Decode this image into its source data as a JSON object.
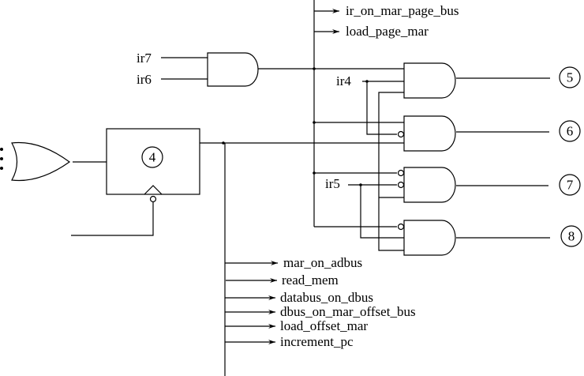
{
  "diagram": {
    "type": "logic-circuit",
    "top_outputs": [
      "ir_on_mar_page_bus",
      "load_page_mar"
    ],
    "and_gate_inputs": [
      "ir7",
      "ir6"
    ],
    "decoder_inputs": [
      "ir4",
      "ir5"
    ],
    "state_box_label": "4",
    "next_states": [
      "5",
      "6",
      "7",
      "8"
    ],
    "bottom_outputs": [
      "mar_on_adbus",
      "read_mem",
      "databus_on_dbus",
      "dbus_on_mar_offset_bus",
      "load_offset_mar",
      "increment_pc"
    ],
    "ellipsis": "⋮",
    "stroke_color": "#000000",
    "background_color": "#ffffff"
  }
}
